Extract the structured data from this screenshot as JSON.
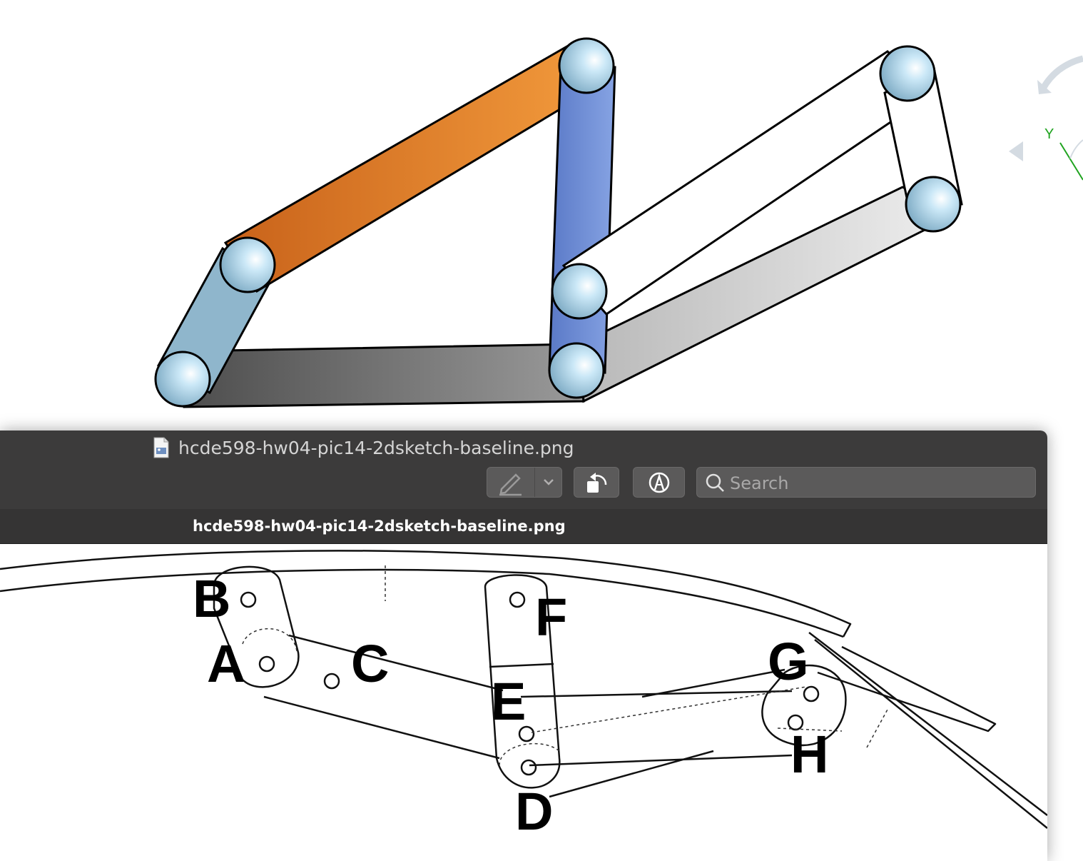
{
  "window": {
    "title": "hcde598-hw04-pic14-2dsketch-baseline.png",
    "tab_label": "hcde598-hw04-pic14-2dsketch-baseline.png"
  },
  "toolbar": {
    "markup_icon": "pen-markup-icon",
    "dropdown_icon": "chevron-down-icon",
    "rotate_icon": "rotate-left-icon",
    "annotate_icon": "annotate-pen-circle-icon",
    "search_placeholder": "Search"
  },
  "cad_view": {
    "axis_label": "Y",
    "colors": {
      "crank": "#8fb6cc",
      "coupler": "#e0802a",
      "rocker": "#6f8fd4",
      "ground": "#6b6b6b",
      "white_link": "#ffffff",
      "joint": "#a9d4ec",
      "axis_y": "#1fa31f"
    }
  },
  "sketch": {
    "labels": [
      "B",
      "A",
      "C",
      "F",
      "E",
      "G",
      "D",
      "H"
    ]
  }
}
